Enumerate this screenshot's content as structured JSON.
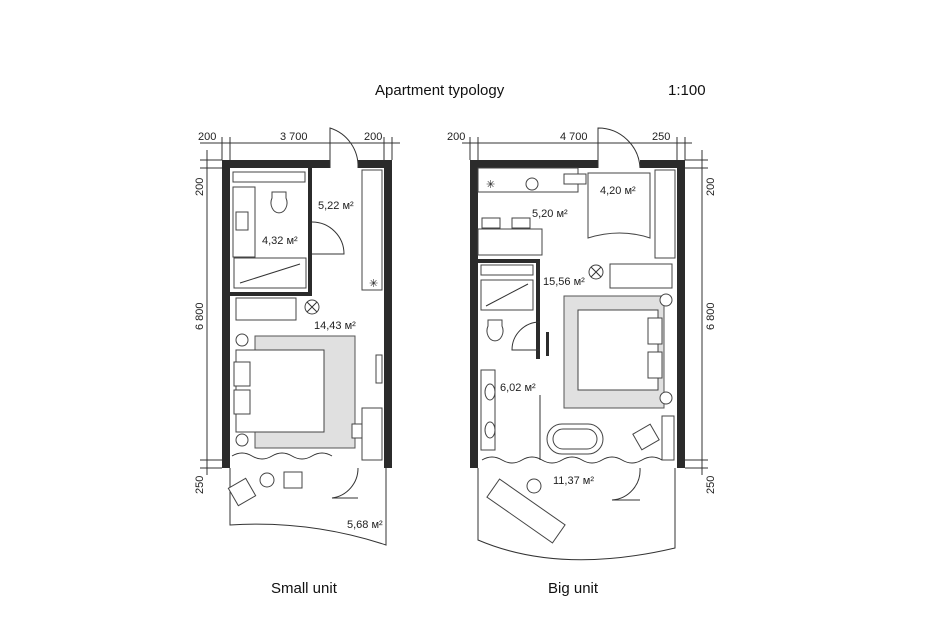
{
  "title": "Apartment typology",
  "scale": "1:100",
  "units": [
    {
      "name": "Small unit",
      "dims_top": [
        "200",
        "3 700",
        "200"
      ],
      "dims_side": [
        "200",
        "6 800",
        "250"
      ],
      "areas": {
        "hall": "5,22 м²",
        "bath": "4,32 м²",
        "room": "14,43 м²",
        "balcony": "5,68 м²"
      }
    },
    {
      "name": "Big unit",
      "dims_top": [
        "200",
        "4 700",
        "250"
      ],
      "dims_side": [
        "200",
        "6 800",
        "250"
      ],
      "areas": {
        "closet": "4,20 м²",
        "kitchen": "5,20 м²",
        "room": "15,56 м²",
        "bath": "6,02 м²",
        "balcony": "11,37 м²"
      }
    }
  ]
}
